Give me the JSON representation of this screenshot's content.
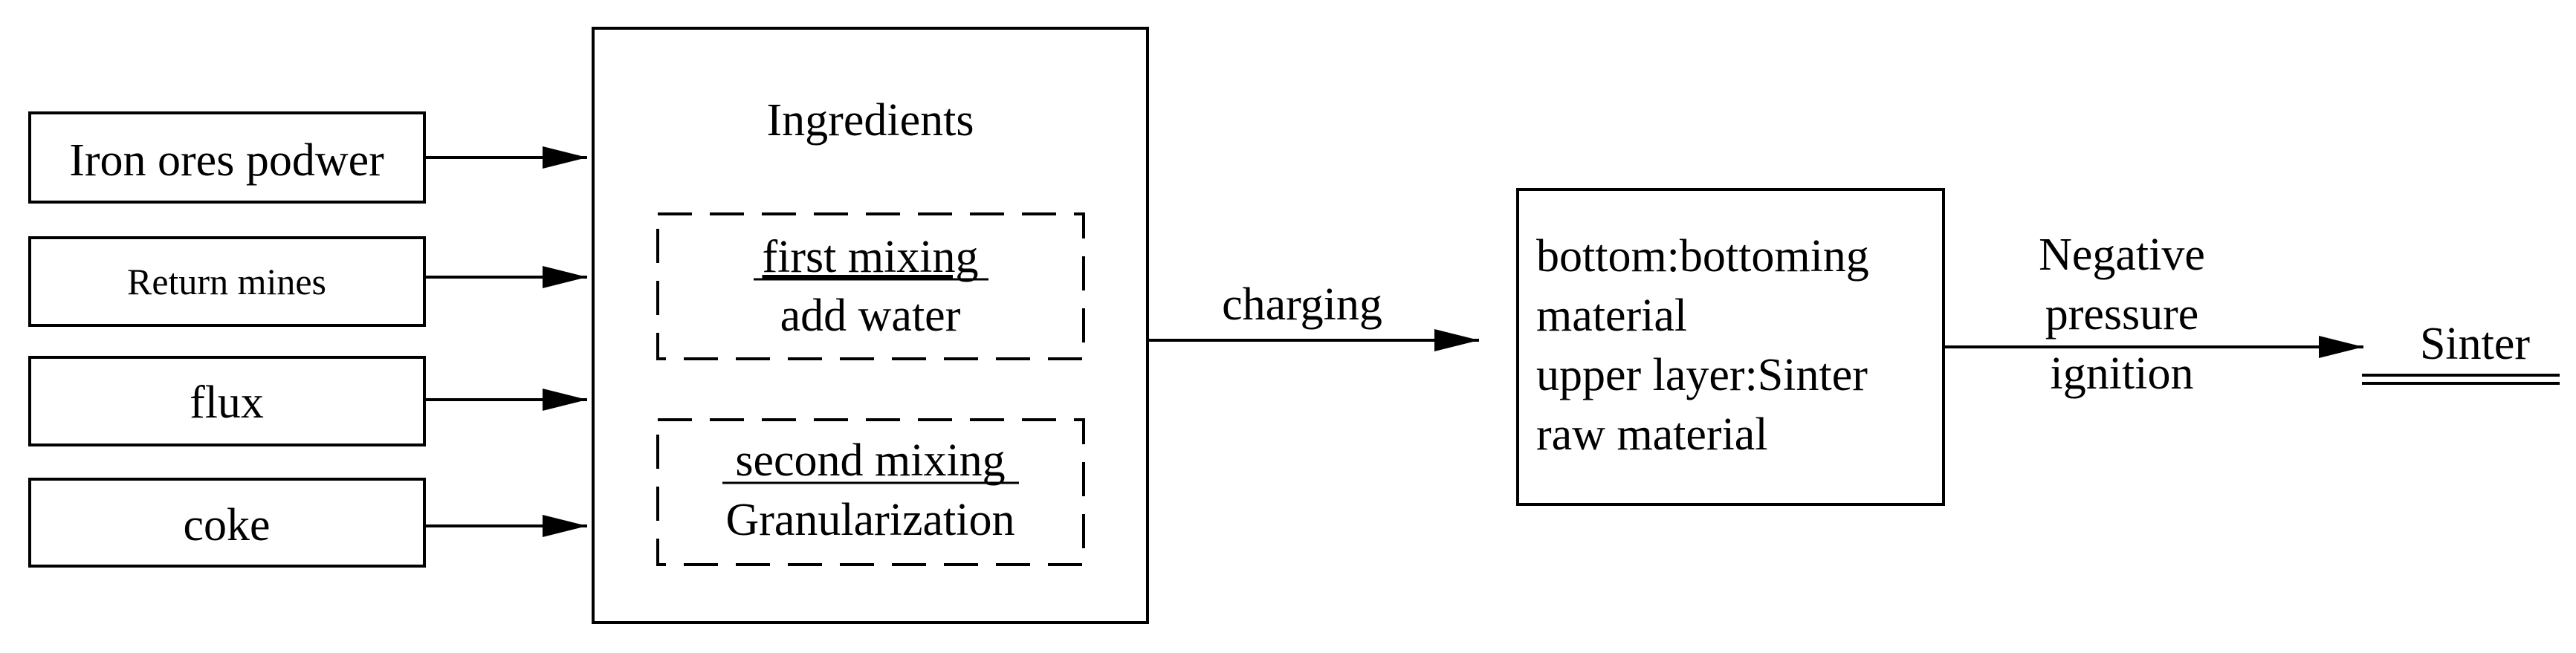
{
  "inputs": {
    "iron_ores": "Iron ores podwer",
    "return_mines": "Return mines",
    "flux": "flux",
    "coke": "coke"
  },
  "ingredients": {
    "title": "Ingredients",
    "first_mixing": {
      "title": "first mixing",
      "detail": "add water"
    },
    "second_mixing": {
      "title": "second mixing",
      "detail": "Granularization"
    }
  },
  "charging_label": "charging",
  "bed": {
    "line1": "bottom:bottoming",
    "line2": "material",
    "line3": "upper layer:Sinter",
    "line4": "raw material"
  },
  "ignition": {
    "line1": "Negative",
    "line2": "pressure",
    "line3": "ignition"
  },
  "output_label": "Sinter"
}
